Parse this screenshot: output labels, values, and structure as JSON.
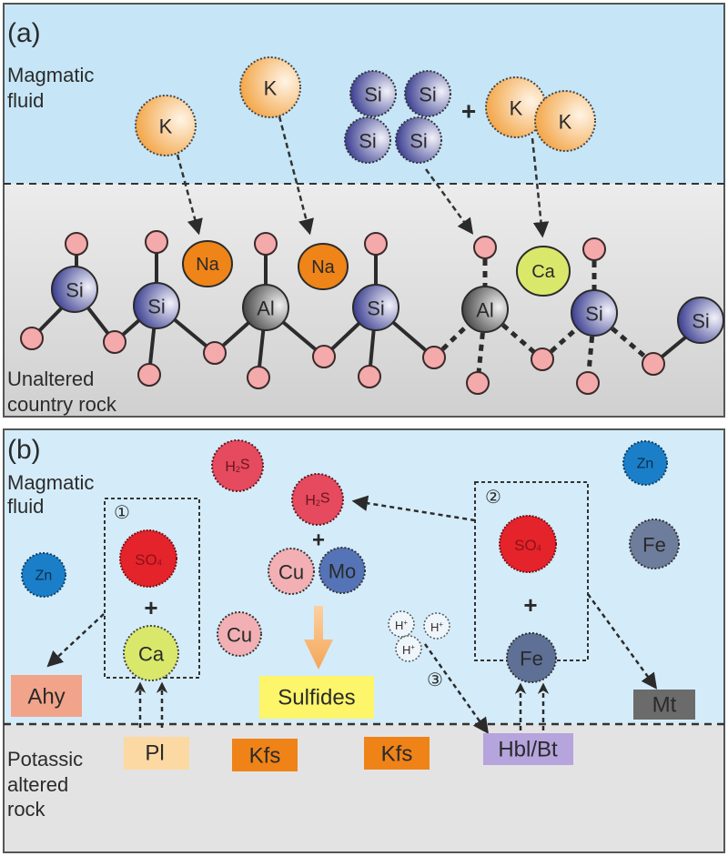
{
  "panel_a": {
    "tag": "(a)",
    "fluid_label": [
      "Magmatic",
      "fluid"
    ],
    "rock_label": [
      "Unaltered",
      "country rock"
    ],
    "fluid_atoms": [
      {
        "symbol": "K",
        "kind": "K"
      },
      {
        "symbol": "K",
        "kind": "K"
      },
      {
        "symbol": "Si",
        "kind": "Si"
      },
      {
        "symbol": "Si",
        "kind": "Si"
      },
      {
        "symbol": "Si",
        "kind": "Si"
      },
      {
        "symbol": "Si",
        "kind": "Si"
      },
      {
        "symbol": "K",
        "kind": "K"
      },
      {
        "symbol": "K",
        "kind": "K"
      }
    ],
    "plus": "+",
    "lattice_cations": [
      "Si",
      "Si",
      "Al",
      "Si",
      "Al",
      "Si",
      "Si"
    ],
    "exchangeable_ions": [
      "Na",
      "Na",
      "Ca"
    ]
  },
  "panel_b": {
    "tag": "(b)",
    "fluid_label": [
      "Magmatic",
      "fluid"
    ],
    "rock_label": [
      "Potassic",
      "altered",
      "rock"
    ],
    "reaction_1": {
      "marker": "①",
      "anion": "SO4",
      "plus": "+",
      "cation": "Ca"
    },
    "reaction_2": {
      "marker": "②",
      "anion": "SO4",
      "plus": "+",
      "cation": "Fe"
    },
    "reaction_3": {
      "marker": "③",
      "protons": [
        "H+",
        "H+",
        "H+"
      ]
    },
    "sulfide_reaction": {
      "reactant": "H2S",
      "plus": "+",
      "metals": [
        "Cu",
        "Mo"
      ]
    },
    "free_species": [
      "H2S",
      "Zn",
      "Cu",
      "Zn",
      "Fe"
    ],
    "products": {
      "ahy": "Ahy",
      "sulfides": "Sulfides",
      "mt": "Mt"
    },
    "rock_minerals": {
      "pl": "Pl",
      "kfs1": "Kfs",
      "kfs2": "Kfs",
      "hbl_bt": "Hbl/Bt"
    }
  },
  "colors": {
    "fluid_bg": "#c8e8f8",
    "rock_bg": "#dcdcdc",
    "K": "#f4a94a",
    "Si": "#3b3f96",
    "Al": "#555555",
    "O": "#f4a9ab",
    "Na": "#ef8418",
    "Ca": "#d9e86a",
    "SO4": "#e5232b",
    "H2S": "#e54a5e",
    "Zn": "#1a7fc8",
    "Fe": "#5f7096",
    "Cu": "#f2b0b4",
    "Mo": "#5574b8",
    "ahy": "#f2a48a",
    "sulfides": "#fdf56a",
    "mt": "#6b6b6b",
    "pl": "#fcd9a2",
    "kfs": "#ef8318",
    "hbl_bt": "#b6a4dd"
  }
}
